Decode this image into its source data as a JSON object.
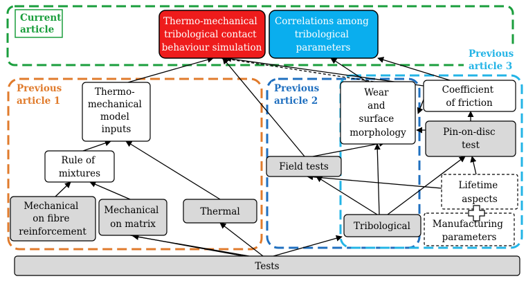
{
  "groups": {
    "current": {
      "lines": [
        "Current",
        "article"
      ],
      "color": "#1a9e3c"
    },
    "prev1": {
      "lines": [
        "Previous",
        "article 1"
      ],
      "color": "#e07b2c"
    },
    "prev2": {
      "lines": [
        "Previous",
        "article 2"
      ],
      "color": "#1f6fbf"
    },
    "prev3": {
      "lines": [
        "Previous",
        "article 3"
      ],
      "color": "#23b4e6"
    }
  },
  "nodes": {
    "simulation": {
      "lines": [
        "Thermo-mechanical",
        "tribological contact",
        "behaviour simulation"
      ],
      "fill": "#ee1c1c"
    },
    "correlations": {
      "lines": [
        "Correlations among",
        "tribological",
        "parameters"
      ],
      "fill": "#0aaeee"
    },
    "model_inputs": {
      "lines": [
        "Thermo-",
        "mechanical",
        "model",
        "inputs"
      ]
    },
    "rule_of_mixtures": {
      "lines": [
        "Rule of",
        "mixtures"
      ]
    },
    "mech_fibre": {
      "lines": [
        "Mechanical",
        "on fibre",
        "reinforcement"
      ]
    },
    "mech_matrix": {
      "lines": [
        "Mechanical",
        "on matrix"
      ]
    },
    "thermal": {
      "lines": [
        "Thermal"
      ]
    },
    "wear": {
      "lines": [
        "Wear",
        "and",
        "surface",
        "morphology"
      ]
    },
    "cof": {
      "lines": [
        "Coefficient",
        "of friction"
      ]
    },
    "pin_on_disc": {
      "lines": [
        "Pin-on-disc",
        "test"
      ]
    },
    "field_tests": {
      "lines": [
        "Field tests"
      ]
    },
    "lifetime": {
      "lines": [
        "Lifetime",
        "aspects"
      ]
    },
    "tribological": {
      "lines": [
        "Tribological"
      ]
    },
    "manufacturing": {
      "lines": [
        "Manufacturing",
        "parameters"
      ]
    },
    "tests": {
      "lines": [
        "Tests"
      ]
    }
  },
  "colors": {
    "box_gray": "#d9d9d9",
    "box_white": "#ffffff",
    "edge": "#000000"
  }
}
